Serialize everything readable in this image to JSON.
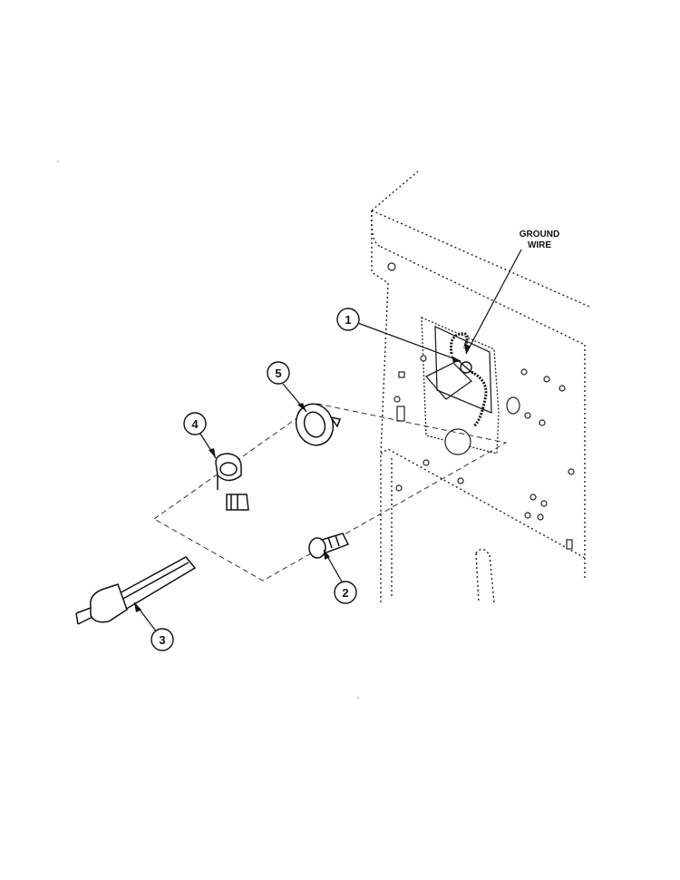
{
  "diagram": {
    "callouts": [
      {
        "id": "1",
        "label": "1"
      },
      {
        "id": "2",
        "label": "2"
      },
      {
        "id": "3",
        "label": "3"
      },
      {
        "id": "4",
        "label": "4"
      },
      {
        "id": "5",
        "label": "5"
      }
    ],
    "annotation": {
      "line1": "GROUND",
      "line2": "WIRE"
    }
  }
}
